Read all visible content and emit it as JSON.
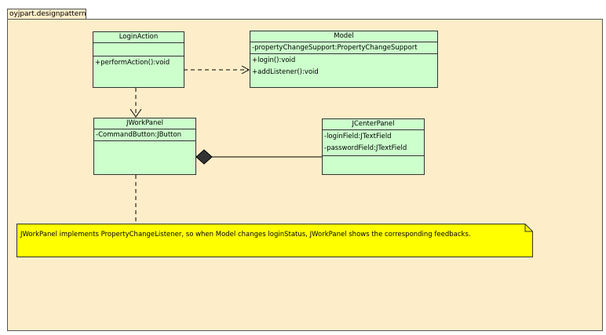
{
  "package": {
    "name": "oyjpart.designpattern",
    "fill": "#fdeec9"
  },
  "classes": {
    "login_action": {
      "name": "LoginAction",
      "attributes": [],
      "operations": [
        "+performAction():void"
      ]
    },
    "model": {
      "name": "Model",
      "attributes": [
        "-propertyChangeSupport:PropertyChangeSupport"
      ],
      "operations": [
        "+login():void",
        "+addListener():void"
      ]
    },
    "jwork_panel": {
      "name": "JWorkPanel",
      "attributes": [
        "-CommandButton:JButton"
      ],
      "operations": []
    },
    "jcenter_panel": {
      "name": "JCenterPanel",
      "attributes": [
        "-loginField:JTextField",
        "-passwordField:JTextField"
      ],
      "operations": []
    }
  },
  "note": {
    "text": "JWorkPanel implements PropertyChangeListener, so when Model changes loginStatus, JWorkPanel shows the corresponding feedbacks."
  },
  "colors": {
    "class_fill": "#ccffcc",
    "note_fill": "#ffff00",
    "package_fill": "#fdeec9"
  }
}
